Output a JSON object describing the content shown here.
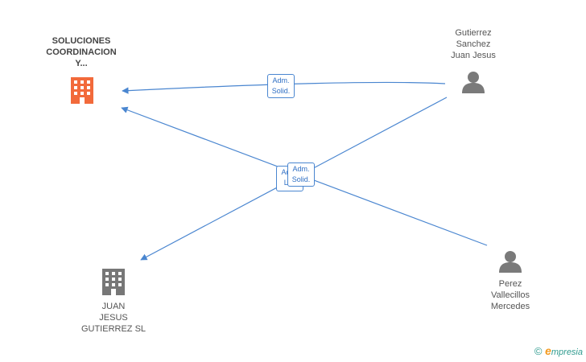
{
  "nodes": {
    "company_main": {
      "lines": [
        "SOLUCIONES",
        "COORDINACION",
        "Y..."
      ],
      "icon": "building-icon",
      "color": "#f26a3b"
    },
    "company_juan": {
      "lines": [
        "JUAN",
        "JESUS",
        "GUTIERREZ SL"
      ],
      "icon": "building-icon",
      "color": "#777777"
    },
    "person_gutierrez": {
      "lines": [
        "Gutierrez",
        "Sanchez",
        "Juan Jesus"
      ],
      "icon": "person-icon",
      "color": "#777777"
    },
    "person_perez": {
      "lines": [
        "Perez",
        "Vallecillos",
        "Mercedes"
      ],
      "icon": "person-icon",
      "color": "#777777"
    }
  },
  "edge_labels": {
    "top": [
      "Adm.",
      "Solid."
    ],
    "center_back": [
      "Adm.",
      "Liq."
    ],
    "center_front": [
      "Adm.",
      "Solid."
    ]
  },
  "colors": {
    "edge": "#4a86d0",
    "accent": "#f26a3b"
  },
  "footer": {
    "copyright": "©",
    "brand_initial": "e",
    "brand_rest": "mpresia"
  }
}
